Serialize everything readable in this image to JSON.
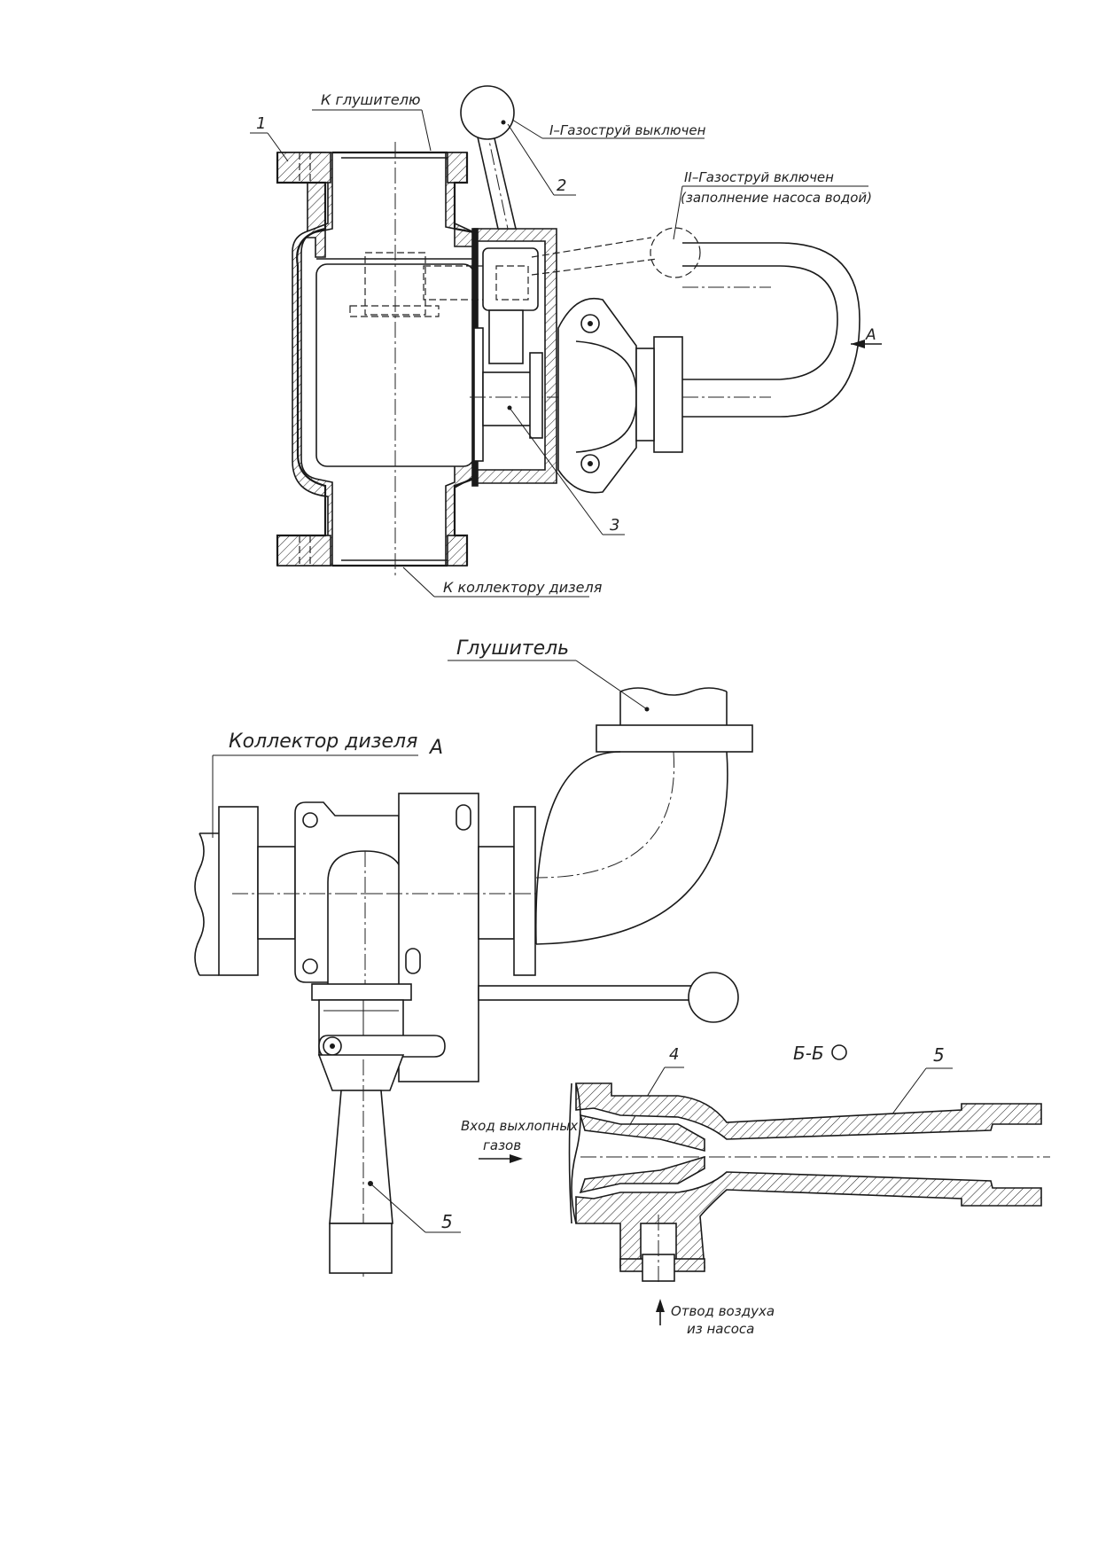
{
  "labels": {
    "to_muffler": "К глушителю",
    "to_collector": "К коллектору дизеля",
    "mode_off": "I–Газоструй выключен",
    "mode_on": "II–Газоструй включен",
    "mode_on_note": "(заполнение насоса водой)",
    "view_a_arrow": "A",
    "muffler": "Глушитель",
    "diesel_collector": "Коллектор дизеля",
    "view_a": "A",
    "section_bb": "Б-Б",
    "exhaust_inlet_1": "Вход выхлопных",
    "exhaust_inlet_2": "газов",
    "air_outlet_1": "Отвод воздуха",
    "air_outlet_2": "из насоса"
  },
  "callouts": [
    "1",
    "2",
    "3",
    "4",
    "5",
    "5"
  ]
}
